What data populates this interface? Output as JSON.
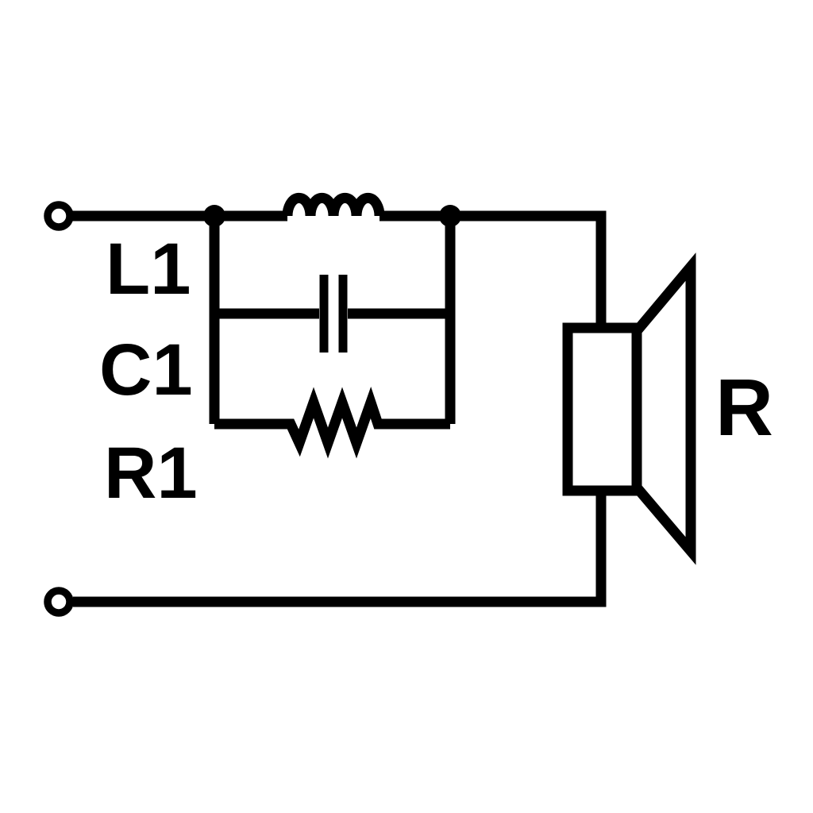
{
  "diagram": {
    "type": "circuit-schematic",
    "background_color": "#ffffff",
    "line_color": "#000000",
    "components": {
      "inductor": {
        "symbol": "inductor-coil-4-humps",
        "label": "L1"
      },
      "capacitor": {
        "symbol": "capacitor-parallel-plates",
        "label": "C1"
      },
      "resistor": {
        "symbol": "resistor-zigzag",
        "label": "R1"
      },
      "speaker": {
        "symbol": "loudspeaker",
        "label": "R"
      }
    },
    "terminals": {
      "top_left": "open-circle-terminal",
      "bottom_left": "open-circle-terminal"
    }
  }
}
